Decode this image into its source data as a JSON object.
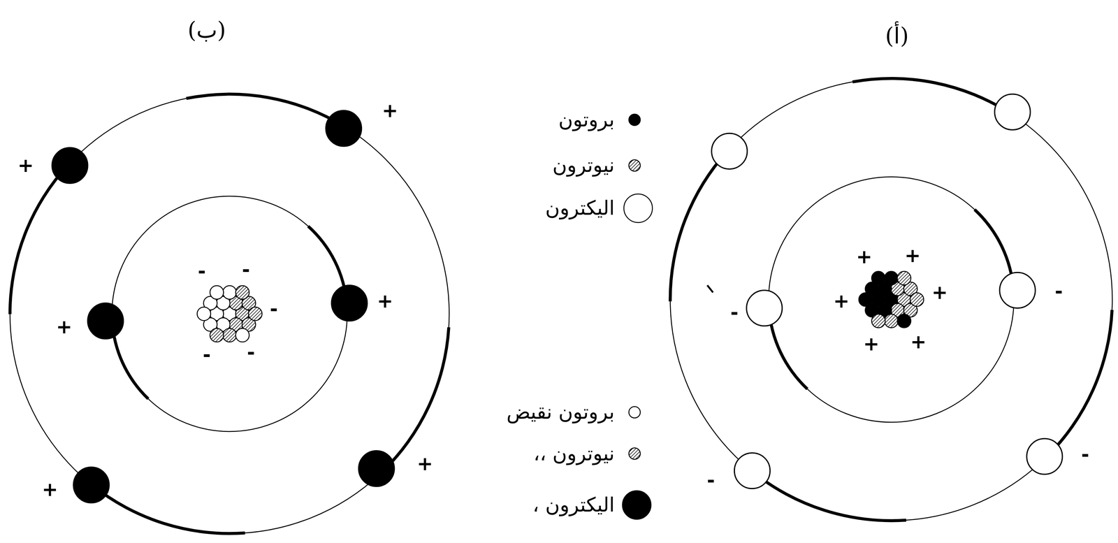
{
  "diagram": {
    "labels": [
      "(ب)",
      "(أ)",
      "+",
      "+",
      "+",
      "+",
      "+",
      "+",
      "-",
      "-",
      "-",
      "-",
      "-",
      "+",
      "+",
      "+",
      "+",
      "+",
      "+",
      "-",
      "-",
      "-",
      "-"
    ],
    "legend": [
      {
        "text": "بروتون"
      },
      {
        "text": "نيوترون"
      },
      {
        "text": "اليكترون"
      },
      {
        "text": "بروتون نقيض"
      },
      {
        "text": "نيوترون ،،"
      },
      {
        "text": "اليكترون ،"
      }
    ]
  }
}
